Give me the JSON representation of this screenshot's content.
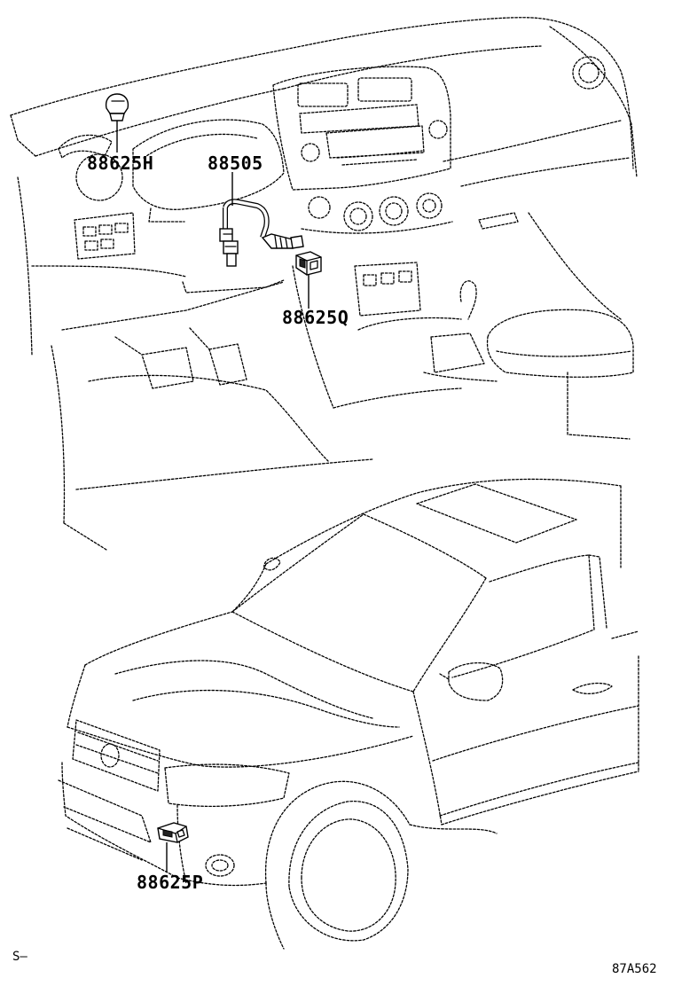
{
  "diagram": {
    "labels": {
      "sensor_88625h": "88625H",
      "harness_88505": "88505",
      "sensor_88625q": "88625Q",
      "sensor_88625p": "88625P"
    },
    "section_mark": "S–",
    "figure_code": "87A562"
  }
}
